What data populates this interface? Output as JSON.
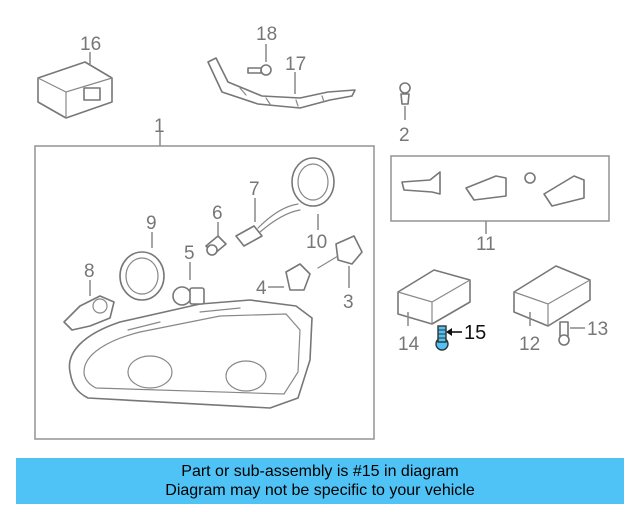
{
  "callouts": {
    "c1": "1",
    "c2": "2",
    "c3": "3",
    "c4": "4",
    "c5": "5",
    "c6": "6",
    "c7": "7",
    "c8": "8",
    "c9": "9",
    "c10": "10",
    "c11": "11",
    "c12": "12",
    "c13": "13",
    "c14": "14",
    "c15": "15",
    "c16": "16",
    "c17": "17",
    "c18": "18"
  },
  "highlight": {
    "part": "15",
    "color": "#4fc3f5"
  },
  "banner": {
    "line1": "Part or sub-assembly is #15 in diagram",
    "line2": "Diagram may not be specific to your vehicle",
    "background": "#4fc3f5"
  }
}
